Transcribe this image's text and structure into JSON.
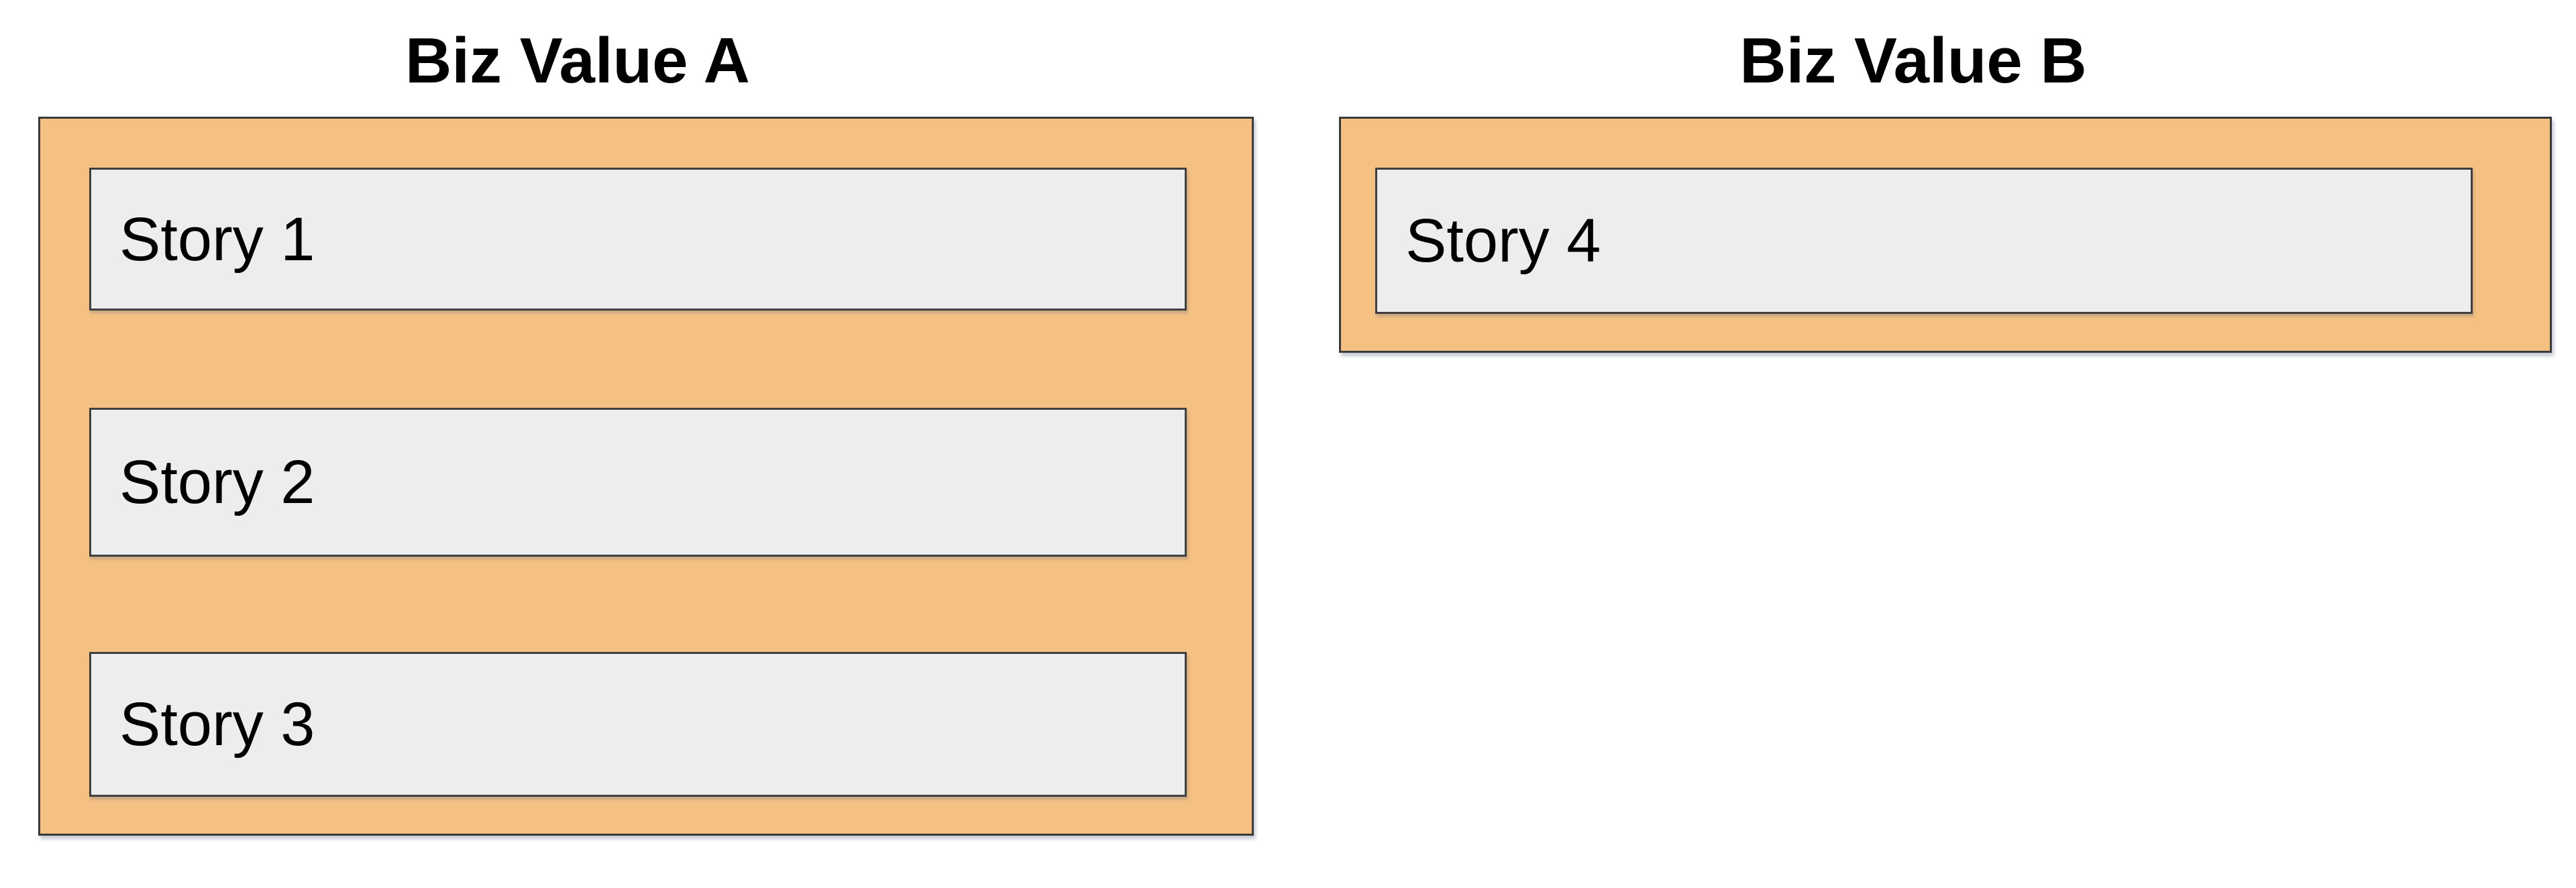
{
  "colors": {
    "background": "#FFFFFF",
    "group_fill": "#F5C183",
    "group_border": "#3A3A3A",
    "story_fill": "#EDEDED",
    "story_border": "#3F3F3F",
    "title_text": "#000000"
  },
  "groups": [
    {
      "title": "Biz Value A",
      "stories": [
        {
          "label": "Story 1"
        },
        {
          "label": "Story 2"
        },
        {
          "label": "Story 3"
        }
      ]
    },
    {
      "title": "Biz Value B",
      "stories": [
        {
          "label": "Story 4"
        }
      ]
    }
  ]
}
